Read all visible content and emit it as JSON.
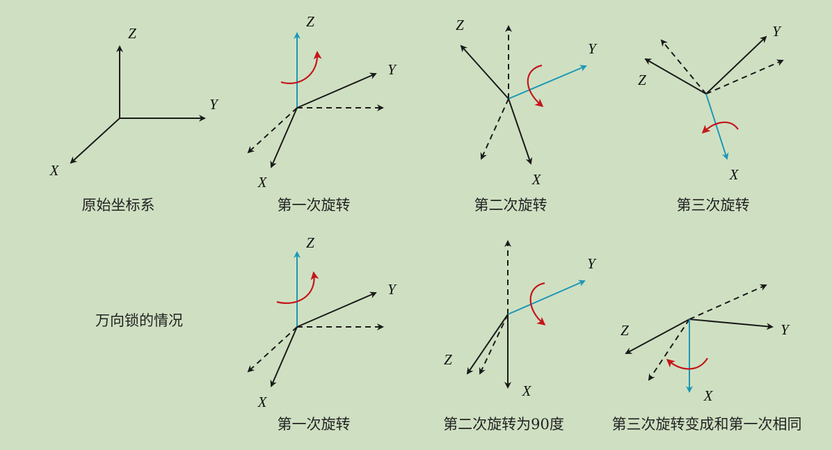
{
  "colors": {
    "background": "#cfe0c2",
    "axis": "#1a1a1a",
    "rotation_axis": "#1c96b6",
    "rotation_arrow": "#c4161c"
  },
  "row_label": "万向锁的情况",
  "axis_names": {
    "x": "X",
    "y": "Y",
    "z": "Z"
  },
  "panels": [
    {
      "id": "original",
      "caption": "原始坐标系",
      "rotation_axis": "none",
      "dashed_reference": false
    },
    {
      "id": "rot1",
      "caption": "第一次旋转",
      "rotation_axis": "Z",
      "dashed_reference": true
    },
    {
      "id": "rot2",
      "caption": "第二次旋转",
      "rotation_axis": "Y",
      "dashed_reference": true
    },
    {
      "id": "rot3",
      "caption": "第三次旋转",
      "rotation_axis": "X",
      "dashed_reference": true
    },
    {
      "id": "gimbal1",
      "caption": "第一次旋转",
      "rotation_axis": "Z",
      "dashed_reference": true
    },
    {
      "id": "gimbal2",
      "caption": "第二次旋转为90度",
      "rotation_axis": "Y",
      "dashed_reference": true
    },
    {
      "id": "gimbal3",
      "caption": "第三次旋转变成和第一次相同",
      "rotation_axis": "X",
      "dashed_reference": true
    }
  ]
}
